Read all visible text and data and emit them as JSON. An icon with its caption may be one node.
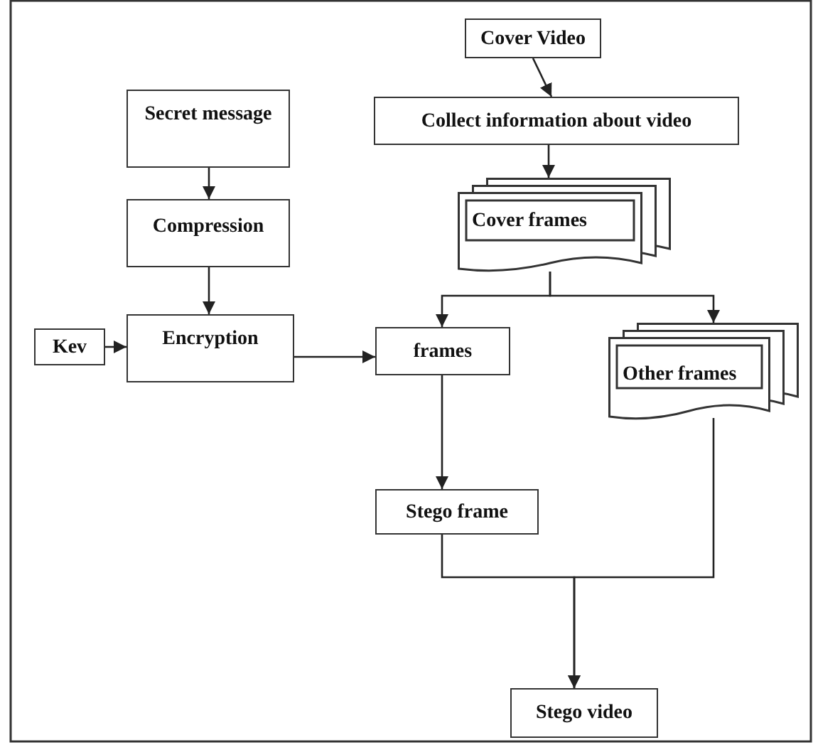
{
  "diagram": {
    "nodes": [
      {
        "text": [
          "Cover Video"
        ]
      },
      {
        "text": [
          "Collect information about video"
        ]
      },
      {
        "text": [
          "Cover frames"
        ]
      },
      {
        "text": [
          "Secret message"
        ]
      },
      {
        "text": [
          "Compression"
        ]
      },
      {
        "text": [
          "Kev"
        ]
      },
      {
        "text": [
          "Encryption"
        ]
      },
      {
        "text": [
          "frames"
        ]
      },
      {
        "text": [
          "Other frames"
        ]
      },
      {
        "text": [
          "Stego frame"
        ]
      },
      {
        "text": [
          "Stego video"
        ]
      }
    ],
    "edges": [
      {
        "from": 0,
        "to": 1,
        "arrow": "to"
      },
      {
        "from": 1,
        "to": 2,
        "arrow": "to"
      },
      {
        "from": 2,
        "to": 7,
        "arrow": "to"
      },
      {
        "from": 2,
        "to": 8,
        "arrow": "to"
      },
      {
        "from": 3,
        "to": 4,
        "arrow": "to"
      },
      {
        "from": 4,
        "to": 6,
        "arrow": "to"
      },
      {
        "from": 5,
        "to": 6,
        "arrow": "to"
      },
      {
        "from": 6,
        "to": 7,
        "arrow": "to"
      },
      {
        "from": 7,
        "to": 9,
        "arrow": "to"
      },
      {
        "from": 9,
        "to": 10,
        "arrow": "to"
      },
      {
        "from": 8,
        "to": 10,
        "arrow": "to"
      }
    ]
  }
}
